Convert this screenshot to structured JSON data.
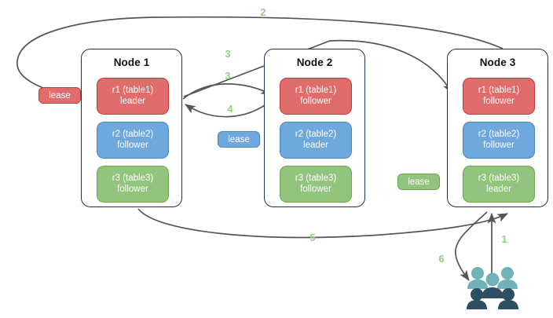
{
  "diagram": {
    "title": "distributed-cluster-lease-diagram",
    "colors": {
      "red": "#e06c6c",
      "red_border": "#c33a3a",
      "blue": "#6fa8dc",
      "blue_border": "#4b87c4",
      "green": "#93c47d",
      "green_border": "#6aa84f",
      "node_border": "#1c2f52",
      "arrow": "#555555",
      "step_label": "#8fcf7f",
      "user_light": "#6fb3b8",
      "user_dark": "#2e4e63"
    },
    "nodes": [
      {
        "id": "node-1",
        "title": "Node 1",
        "replicas": [
          {
            "id": "n1-r1",
            "name": "r1 (table1)",
            "role": "leader",
            "color": "red"
          },
          {
            "id": "n1-r2",
            "name": "r2 (table2)",
            "role": "follower",
            "color": "blue"
          },
          {
            "id": "n1-r3",
            "name": "r3 (table3)",
            "role": "follower",
            "color": "green"
          }
        ]
      },
      {
        "id": "node-2",
        "title": "Node 2",
        "replicas": [
          {
            "id": "n2-r1",
            "name": "r1 (table1)",
            "role": "follower",
            "color": "red"
          },
          {
            "id": "n2-r2",
            "name": "r2 (table2)",
            "role": "leader",
            "color": "blue"
          },
          {
            "id": "n2-r3",
            "name": "r3 (table3)",
            "role": "follower",
            "color": "green"
          }
        ]
      },
      {
        "id": "node-3",
        "title": "Node 3",
        "replicas": [
          {
            "id": "n3-r1",
            "name": "r1 (table1)",
            "role": "follower",
            "color": "red"
          },
          {
            "id": "n3-r2",
            "name": "r2 (table2)",
            "role": "follower",
            "color": "blue"
          },
          {
            "id": "n3-r3",
            "name": "r3 (table3)",
            "role": "leader",
            "color": "green"
          }
        ]
      }
    ],
    "leases": [
      {
        "id": "lease-table1",
        "label": "lease",
        "color": "red"
      },
      {
        "id": "lease-table2",
        "label": "lease",
        "color": "blue"
      },
      {
        "id": "lease-table3",
        "label": "lease",
        "color": "green"
      }
    ],
    "steps": [
      {
        "id": "step-1",
        "label": "1"
      },
      {
        "id": "step-2",
        "label": "2"
      },
      {
        "id": "step-3a",
        "label": "3"
      },
      {
        "id": "step-3b",
        "label": "3"
      },
      {
        "id": "step-4",
        "label": "4"
      },
      {
        "id": "step-5",
        "label": "5"
      },
      {
        "id": "step-6",
        "label": "6"
      }
    ],
    "actors": {
      "users_label": "users-group-icon"
    }
  }
}
